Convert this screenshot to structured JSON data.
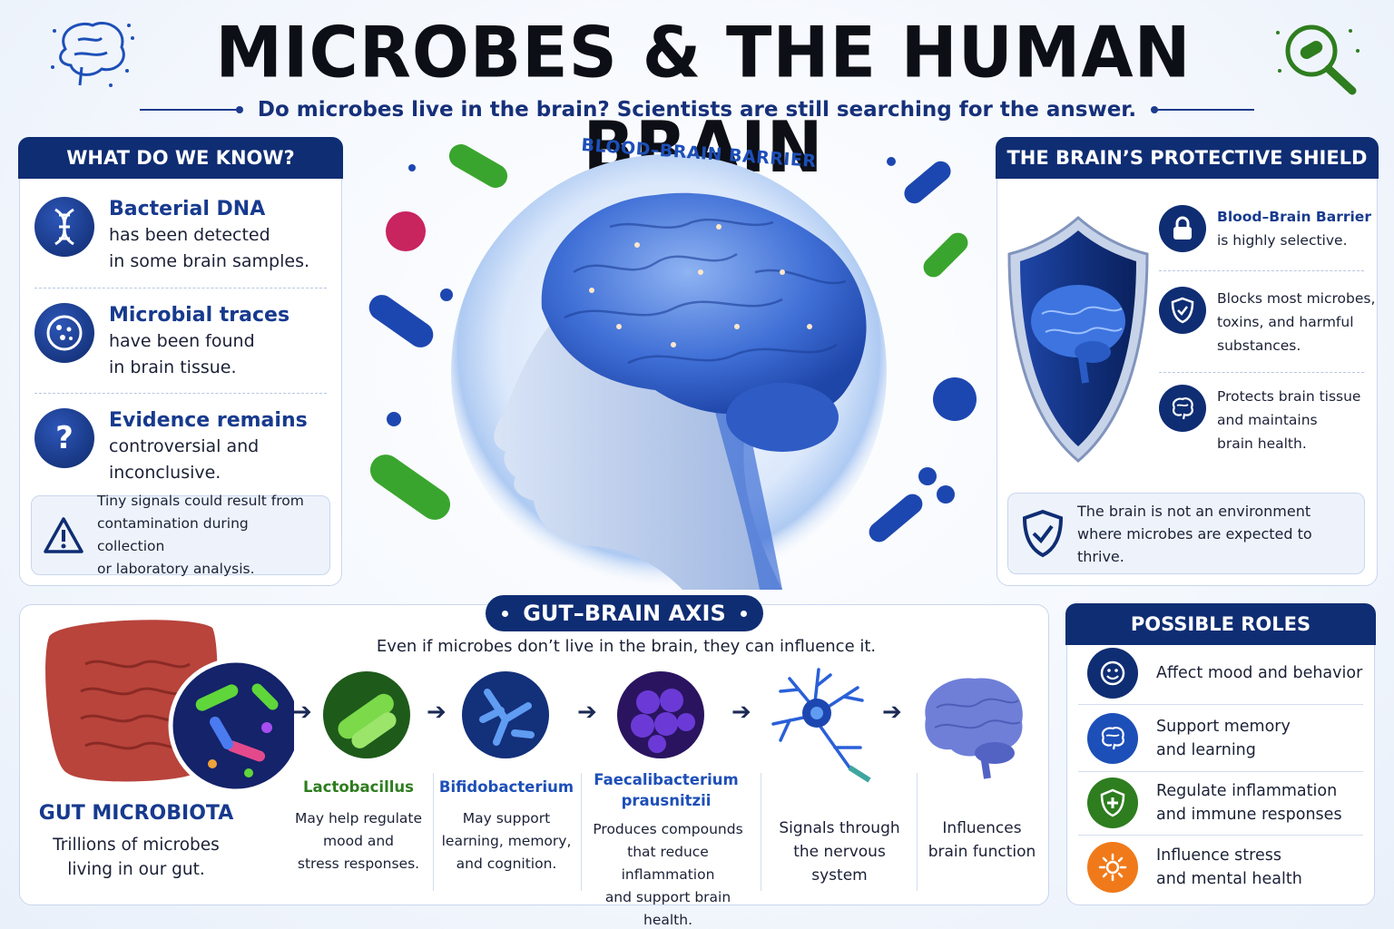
{
  "title": "MICROBES & THE HUMAN BRAIN",
  "subtitle": "Do microbes live in the brain? Scientists are still searching for the answer.",
  "know": {
    "header": "WHAT DO WE KNOW?",
    "items": [
      {
        "title": "Bacterial DNA",
        "line1": "has been detected",
        "line2": "in some brain samples."
      },
      {
        "title": "Microbial traces",
        "line1": "have been found",
        "line2": "in brain tissue."
      },
      {
        "title": "Evidence remains",
        "line1": "controversial and",
        "line2": "inconclusive."
      }
    ],
    "note": {
      "line1": "Tiny signals could result from",
      "line2": "contamination during collection",
      "line3": "or laboratory analysis."
    }
  },
  "center": {
    "barrier_label": "BLOOD–BRAIN BARRIER"
  },
  "shield": {
    "header": "THE BRAIN’S PROTECTIVE SHIELD",
    "items": [
      {
        "bold": "Blood–Brain Barrier",
        "line2": "is highly selective.",
        "icon": "lock-icon"
      },
      {
        "line1": "Blocks most microbes,",
        "line2": "toxins, and harmful",
        "line3": "substances.",
        "icon": "shield-icon"
      },
      {
        "line1": "Protects brain tissue",
        "line2": "and maintains",
        "line3": "brain health.",
        "icon": "brain-icon"
      }
    ],
    "note": {
      "line1": "The brain is not an environment",
      "line2": "where microbes are expected to thrive."
    }
  },
  "gba": {
    "title": "GUT–BRAIN AXIS",
    "subtitle": "Even if microbes don’t live in the brain, they can influence it.",
    "gut_title": "GUT MICROBIOTA",
    "gut_line1": "Trillions of microbes",
    "gut_line2": "living in our gut.",
    "steps": [
      {
        "name": "Lactobacillus",
        "color": "#2e7d1f",
        "d1": "May help regulate",
        "d2": "mood and",
        "d3": "stress responses."
      },
      {
        "name": "Bifidobacterium",
        "color": "#1d4fb8",
        "d1": "May support",
        "d2": "learning, memory,",
        "d3": "and cognition."
      },
      {
        "name1": "Faecalibacterium",
        "name2": "prausnitzii",
        "color": "#1d4fb8",
        "d1": "Produces compounds",
        "d2": "that reduce inflammation",
        "d3": "and support brain health."
      },
      {
        "d1": "Signals through",
        "d2": "the nervous",
        "d3": "system"
      },
      {
        "d1": "Influences",
        "d2": "brain function"
      }
    ]
  },
  "roles": {
    "header": "POSSIBLE ROLES",
    "items": [
      {
        "line1": "Affect mood and behavior",
        "color": "#0f2d73",
        "icon": "smile-icon"
      },
      {
        "line1": "Support memory",
        "line2": "and learning",
        "color": "#1d4fb8",
        "icon": "brain-icon"
      },
      {
        "line1": "Regulate inflammation",
        "line2": "and immune responses",
        "color": "#2e7d1f",
        "icon": "shield-cross-icon"
      },
      {
        "line1": "Influence stress",
        "line2": "and mental health",
        "color": "#f07a1a",
        "icon": "sun-icon"
      }
    ]
  }
}
